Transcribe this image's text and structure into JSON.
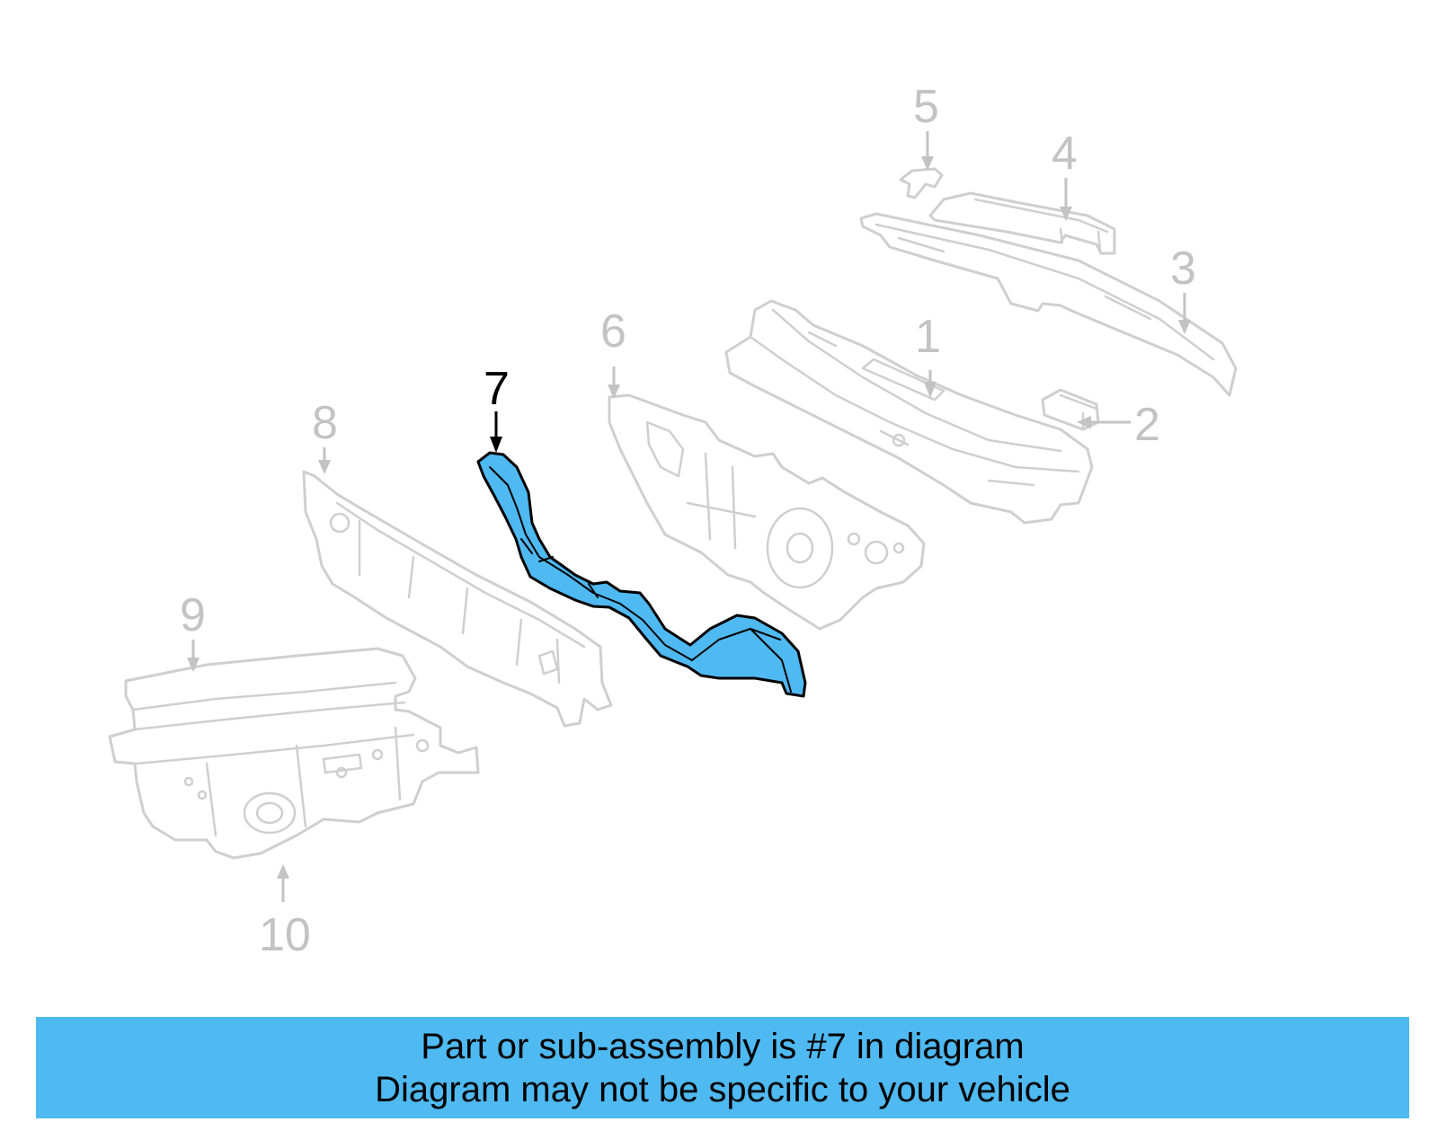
{
  "diagram": {
    "callouts": [
      {
        "id": "1",
        "label": "1"
      },
      {
        "id": "2",
        "label": "2"
      },
      {
        "id": "3",
        "label": "3"
      },
      {
        "id": "4",
        "label": "4"
      },
      {
        "id": "5",
        "label": "5"
      },
      {
        "id": "6",
        "label": "6"
      },
      {
        "id": "7",
        "label": "7"
      },
      {
        "id": "8",
        "label": "8"
      },
      {
        "id": "9",
        "label": "9"
      },
      {
        "id": "10",
        "label": "10"
      }
    ],
    "highlighted_part": "7",
    "colors": {
      "highlight_fill": "#4fb9f1",
      "ghost_stroke": "#cfcfcf",
      "callout_dim": "#c3c3c3",
      "banner_background": "#4fb9f1"
    }
  },
  "banner": {
    "line1": "Part or sub-assembly is #7 in diagram",
    "line2": "Diagram may not be specific to your vehicle"
  }
}
